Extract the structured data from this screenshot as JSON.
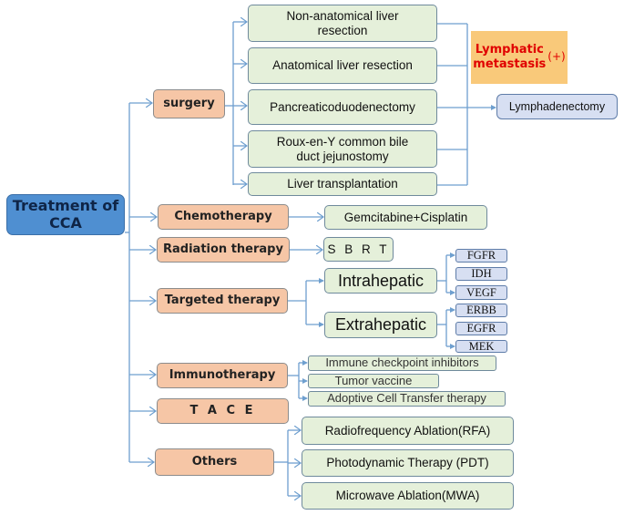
{
  "root": {
    "label_line1": "Treatment of",
    "label_line2": "CCA"
  },
  "categories": {
    "surgery": "surgery",
    "chemotherapy": "Chemotherapy",
    "radiation": "Radiation therapy",
    "targeted": "Targeted therapy",
    "immunotherapy": "Immunotherapy",
    "tace": "T A C E",
    "others": "Others"
  },
  "surgery_items": {
    "non_anatomical_line1": "Non-anatomical liver",
    "non_anatomical_line2": "resection",
    "anatomical": "Anatomical liver resection",
    "pancreatico": "Pancreaticoduodenectomy",
    "roux_line1": "Roux-en-Y common bile",
    "roux_line2": "duct jejunostomy",
    "liver_transplant": "Liver transplantation"
  },
  "lymphatic": {
    "line1": "Lymphatic",
    "line2": "metastasis",
    "sign": "(+)"
  },
  "lymphadenectomy": "Lymphadenectomy",
  "chemo_item": "Gemcitabine+Cisplatin",
  "radiation_item": "S B R T",
  "targeted_items": {
    "intrahepatic": "Intrahepatic",
    "extrahepatic": "Extrahepatic",
    "intra_genes": [
      "FGFR",
      "IDH",
      "VEGF"
    ],
    "extra_genes": [
      "ERBB",
      "EGFR",
      "MEK"
    ]
  },
  "immuno_items": [
    "Immune checkpoint inhibitors",
    "Tumor vaccine",
    "Adoptive Cell Transfer therapy"
  ],
  "others_items": [
    "Radiofrequency Ablation(RFA)",
    "Photodynamic Therapy (PDT)",
    "Microwave Ablation(MWA)"
  ],
  "colors": {
    "line": "#6e9fcf",
    "root_fill": "#4f8fd1",
    "category_fill": "#f6c6a6",
    "leaf_fill": "#e5f0da",
    "gene_fill": "#d7dff2",
    "lymphatic_fill": "#f9c97a",
    "lymphatic_text": "#e00000"
  }
}
